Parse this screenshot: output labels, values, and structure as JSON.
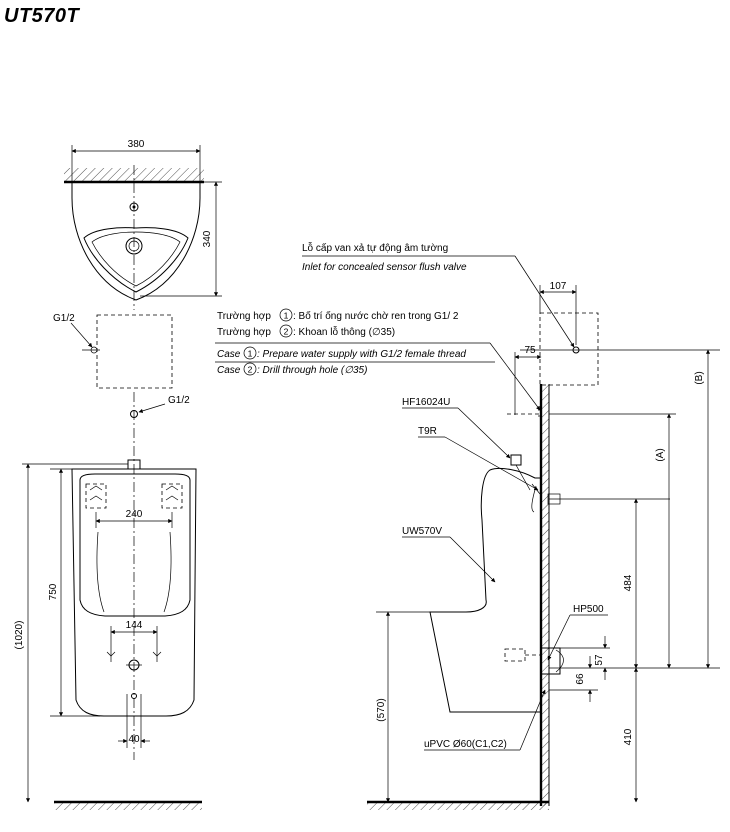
{
  "title": "UT570T",
  "dimensions": {
    "top_width": "380",
    "top_depth": "340",
    "front_height": "750",
    "total_height": "(1020)",
    "width_240": "240",
    "width_144": "144",
    "width_40": "40",
    "side_107": "107",
    "side_75": "75",
    "side_B": "(B)",
    "side_A": "(A)",
    "side_484": "484",
    "side_57": "57",
    "side_66": "66",
    "side_410": "410",
    "side_570": "(570)"
  },
  "labels": {
    "g12_top": "G1/2",
    "g12_bottom": "G1/2",
    "inlet_vi": "Lỗ cấp van xả tự động âm tường",
    "inlet_en": "Inlet for concealed sensor flush valve",
    "case1_vi_pre": "Trường hợp",
    "case1_vi_post": ": Bố trí ống nước chờ ren trong G1/ 2",
    "case2_vi_pre": "Trường hợp",
    "case2_vi_post": ": Khoan lỗ thông (∅35)",
    "case1_en_pre": "Case",
    "case1_en_post": ": Prepare water supply with G1/2 female thread",
    "case2_en_pre": "Case",
    "case2_en_post": ": Drill through hole (∅35)",
    "circled_1": "1",
    "circled_2": "2",
    "hf16024u": "HF16024U",
    "t9r": "T9R",
    "uw570v": "UW570V",
    "hp500": "HP500",
    "upvc": "uPVC Ø60(C1,C2)"
  }
}
